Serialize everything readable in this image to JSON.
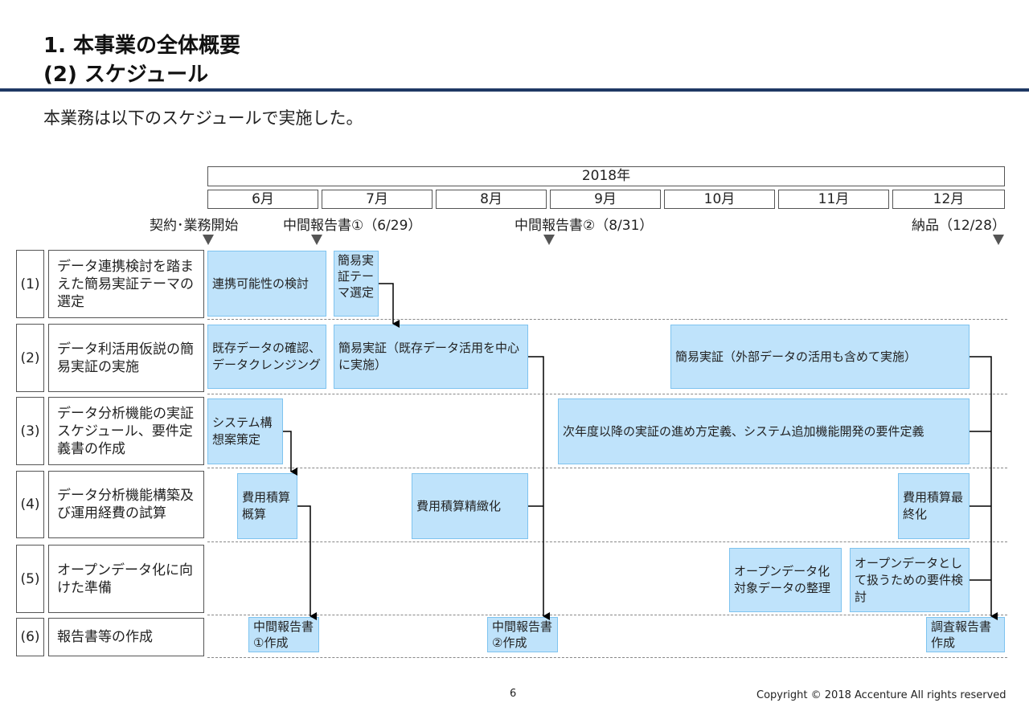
{
  "header": {
    "title_line1": "1. 本事業の全体概要",
    "title_line2": "(2) スケジュール",
    "subtitle": "本業務は以下のスケジュールで実施した。"
  },
  "timeline": {
    "year": "2018年",
    "months": [
      "6月",
      "7月",
      "8月",
      "9月",
      "10月",
      "11月",
      "12月"
    ],
    "milestones": {
      "start": "契約･業務開始",
      "interim1": "中間報告書①（6/29）",
      "interim2": "中間報告書②（8/31）",
      "delivery": "納品（12/28）"
    }
  },
  "rows": [
    {
      "num": "(1)",
      "label": "データ連携検討を踏まえた簡易実証テーマの選定"
    },
    {
      "num": "(2)",
      "label": "データ利活用仮説の簡易実証の実施"
    },
    {
      "num": "(3)",
      "label": "データ分析機能の実証スケジュール、要件定義書の作成"
    },
    {
      "num": "(4)",
      "label": "データ分析機能構築及び運用経費の試算"
    },
    {
      "num": "(5)",
      "label": "オープンデータ化に向けた準備"
    },
    {
      "num": "(6)",
      "label": "報告書等の作成"
    }
  ],
  "tasks": {
    "t1a": "連携可能性の検討",
    "t1b": "簡易実証テーマ選定",
    "t2a": "既存データの確認、データクレンジング",
    "t2b": "簡易実証（既存データ活用を中心に実施）",
    "t2c": "簡易実証（外部データの活用も含めて実施）",
    "t3a": "システム構想案策定",
    "t3b": "次年度以降の実証の進め方定義、システム追加機能開発の要件定義",
    "t4a": "費用積算概算",
    "t4b": "費用積算精緻化",
    "t4c": "費用積算最終化",
    "t5a": "オープンデータ化対象データの整理",
    "t5b": "オープンデータとして扱うための要件検討",
    "t6a": "中間報告書①作成",
    "t6b": "中間報告書②作成",
    "t6c": "調査報告書作成"
  },
  "footer": {
    "page": "6",
    "copyright": "Copyright © 2018  Accenture  All rights reserved"
  }
}
